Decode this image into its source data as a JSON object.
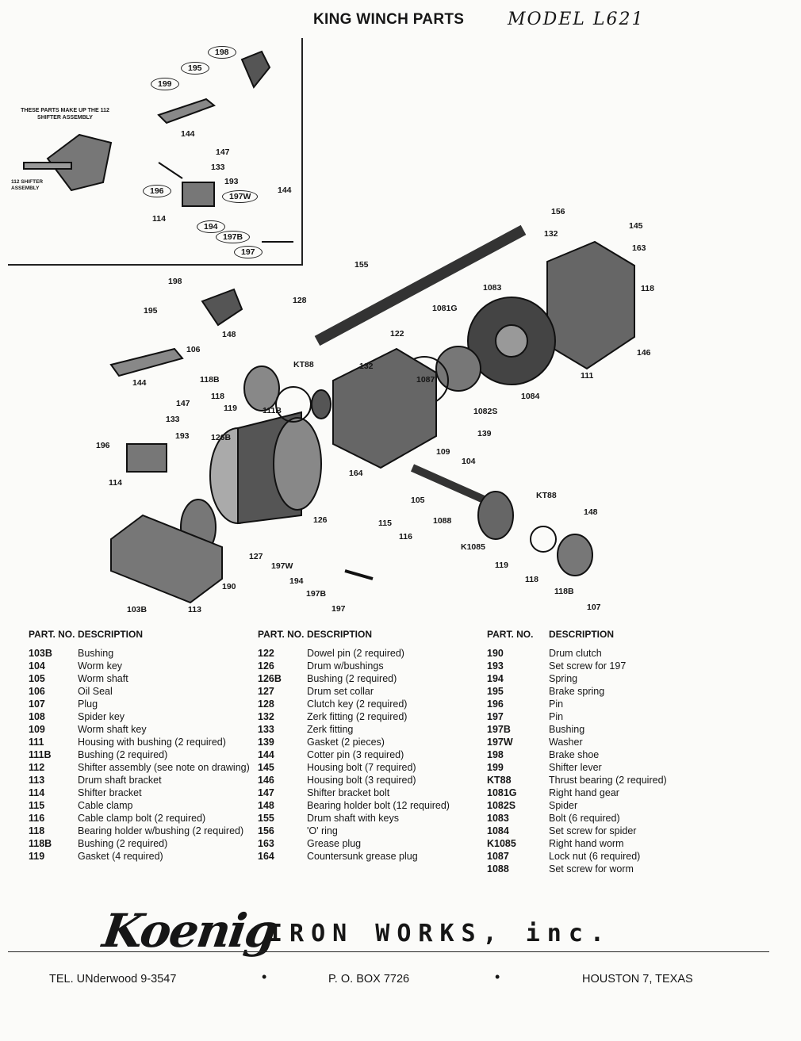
{
  "header": {
    "title": "KING WINCH PARTS",
    "model": "MODEL L621"
  },
  "inset": {
    "note": "THESE PARTS MAKE UP THE 112 SHIFTER ASSEMBLY",
    "assembly_label": "112 SHIFTER ASSEMBLY",
    "callouts": [
      "198",
      "195",
      "199",
      "144",
      "147",
      "133",
      "193",
      "196",
      "197W",
      "144",
      "114",
      "194",
      "197B",
      "197"
    ]
  },
  "diagram": {
    "callouts": [
      "156",
      "132",
      "145",
      "163",
      "155",
      "118",
      "1083",
      "198",
      "128",
      "195",
      "1081G",
      "148",
      "122",
      "146",
      "106",
      "KT88",
      "132",
      "1087",
      "118B",
      "1084",
      "111",
      "144",
      "118",
      "147",
      "119",
      "111B",
      "133",
      "1082S",
      "139",
      "196",
      "193",
      "126B",
      "109",
      "104",
      "164",
      "114",
      "105",
      "KT88",
      "1088",
      "148",
      "115",
      "116",
      "K1085",
      "127",
      "197W",
      "194",
      "119",
      "118",
      "118B",
      "190",
      "197B",
      "107",
      "103B",
      "113",
      "197",
      "126"
    ]
  },
  "parts_table": {
    "header_part": "PART. NO.",
    "header_desc": "DESCRIPTION",
    "columns": [
      [
        {
          "no": "103B",
          "desc": "Bushing"
        },
        {
          "no": "104",
          "desc": "Worm key"
        },
        {
          "no": "105",
          "desc": "Worm shaft"
        },
        {
          "no": "106",
          "desc": "Oil Seal"
        },
        {
          "no": "107",
          "desc": "Plug"
        },
        {
          "no": "108",
          "desc": "Spider key"
        },
        {
          "no": "109",
          "desc": "Worm shaft key"
        },
        {
          "no": "111",
          "desc": "Housing with bushing (2 required)"
        },
        {
          "no": "111B",
          "desc": "Bushing (2 required)"
        },
        {
          "no": "112",
          "desc": "Shifter assembly (see note on drawing)"
        },
        {
          "no": "113",
          "desc": "Drum shaft bracket"
        },
        {
          "no": "114",
          "desc": "Shifter bracket"
        },
        {
          "no": "115",
          "desc": "Cable clamp"
        },
        {
          "no": "116",
          "desc": "Cable clamp bolt (2 required)"
        },
        {
          "no": "118",
          "desc": "Bearing holder w/bushing (2 required)"
        },
        {
          "no": "118B",
          "desc": "Bushing (2 required)"
        },
        {
          "no": "119",
          "desc": "Gasket (4 required)"
        }
      ],
      [
        {
          "no": "122",
          "desc": "Dowel pin (2 required)"
        },
        {
          "no": "126",
          "desc": "Drum w/bushings"
        },
        {
          "no": "126B",
          "desc": "Bushing (2 required)"
        },
        {
          "no": "127",
          "desc": "Drum set collar"
        },
        {
          "no": "128",
          "desc": "Clutch key (2 required)"
        },
        {
          "no": "132",
          "desc": "Zerk fitting (2 required)"
        },
        {
          "no": "133",
          "desc": "Zerk fitting"
        },
        {
          "no": "139",
          "desc": "Gasket (2 pieces)"
        },
        {
          "no": "144",
          "desc": "Cotter pin (3 required)"
        },
        {
          "no": "145",
          "desc": "Housing bolt (7 required)"
        },
        {
          "no": "146",
          "desc": "Housing bolt (3 required)"
        },
        {
          "no": "147",
          "desc": "Shifter bracket bolt"
        },
        {
          "no": "148",
          "desc": "Bearing holder bolt (12 required)"
        },
        {
          "no": "155",
          "desc": "Drum shaft with keys"
        },
        {
          "no": "156",
          "desc": "'O' ring"
        },
        {
          "no": "163",
          "desc": "Grease plug"
        },
        {
          "no": "164",
          "desc": "Countersunk grease plug"
        }
      ],
      [
        {
          "no": "190",
          "desc": "Drum clutch"
        },
        {
          "no": "193",
          "desc": "Set screw for 197"
        },
        {
          "no": "194",
          "desc": "Spring"
        },
        {
          "no": "195",
          "desc": "Brake spring"
        },
        {
          "no": "196",
          "desc": "Pin"
        },
        {
          "no": "197",
          "desc": "Pin"
        },
        {
          "no": "197B",
          "desc": "Bushing"
        },
        {
          "no": "197W",
          "desc": "Washer"
        },
        {
          "no": "198",
          "desc": "Brake shoe"
        },
        {
          "no": "199",
          "desc": "Shifter lever"
        },
        {
          "no": "KT88",
          "desc": "Thrust bearing (2 required)"
        },
        {
          "no": "1081G",
          "desc": "Right hand gear"
        },
        {
          "no": "1082S",
          "desc": "Spider"
        },
        {
          "no": "1083",
          "desc": "Bolt (6 required)"
        },
        {
          "no": "1084",
          "desc": "Set screw for spider"
        },
        {
          "no": "K1085",
          "desc": "Right hand worm"
        },
        {
          "no": "1087",
          "desc": "Lock nut (6 required)"
        },
        {
          "no": "1088",
          "desc": "Set screw for worm"
        }
      ]
    ]
  },
  "footer": {
    "logo": "Koenig",
    "company": "IRON WORKS, inc.",
    "phone": "TEL. UNderwood 9-3547",
    "box": "P. O. BOX 7726",
    "city": "HOUSTON 7, TEXAS"
  }
}
